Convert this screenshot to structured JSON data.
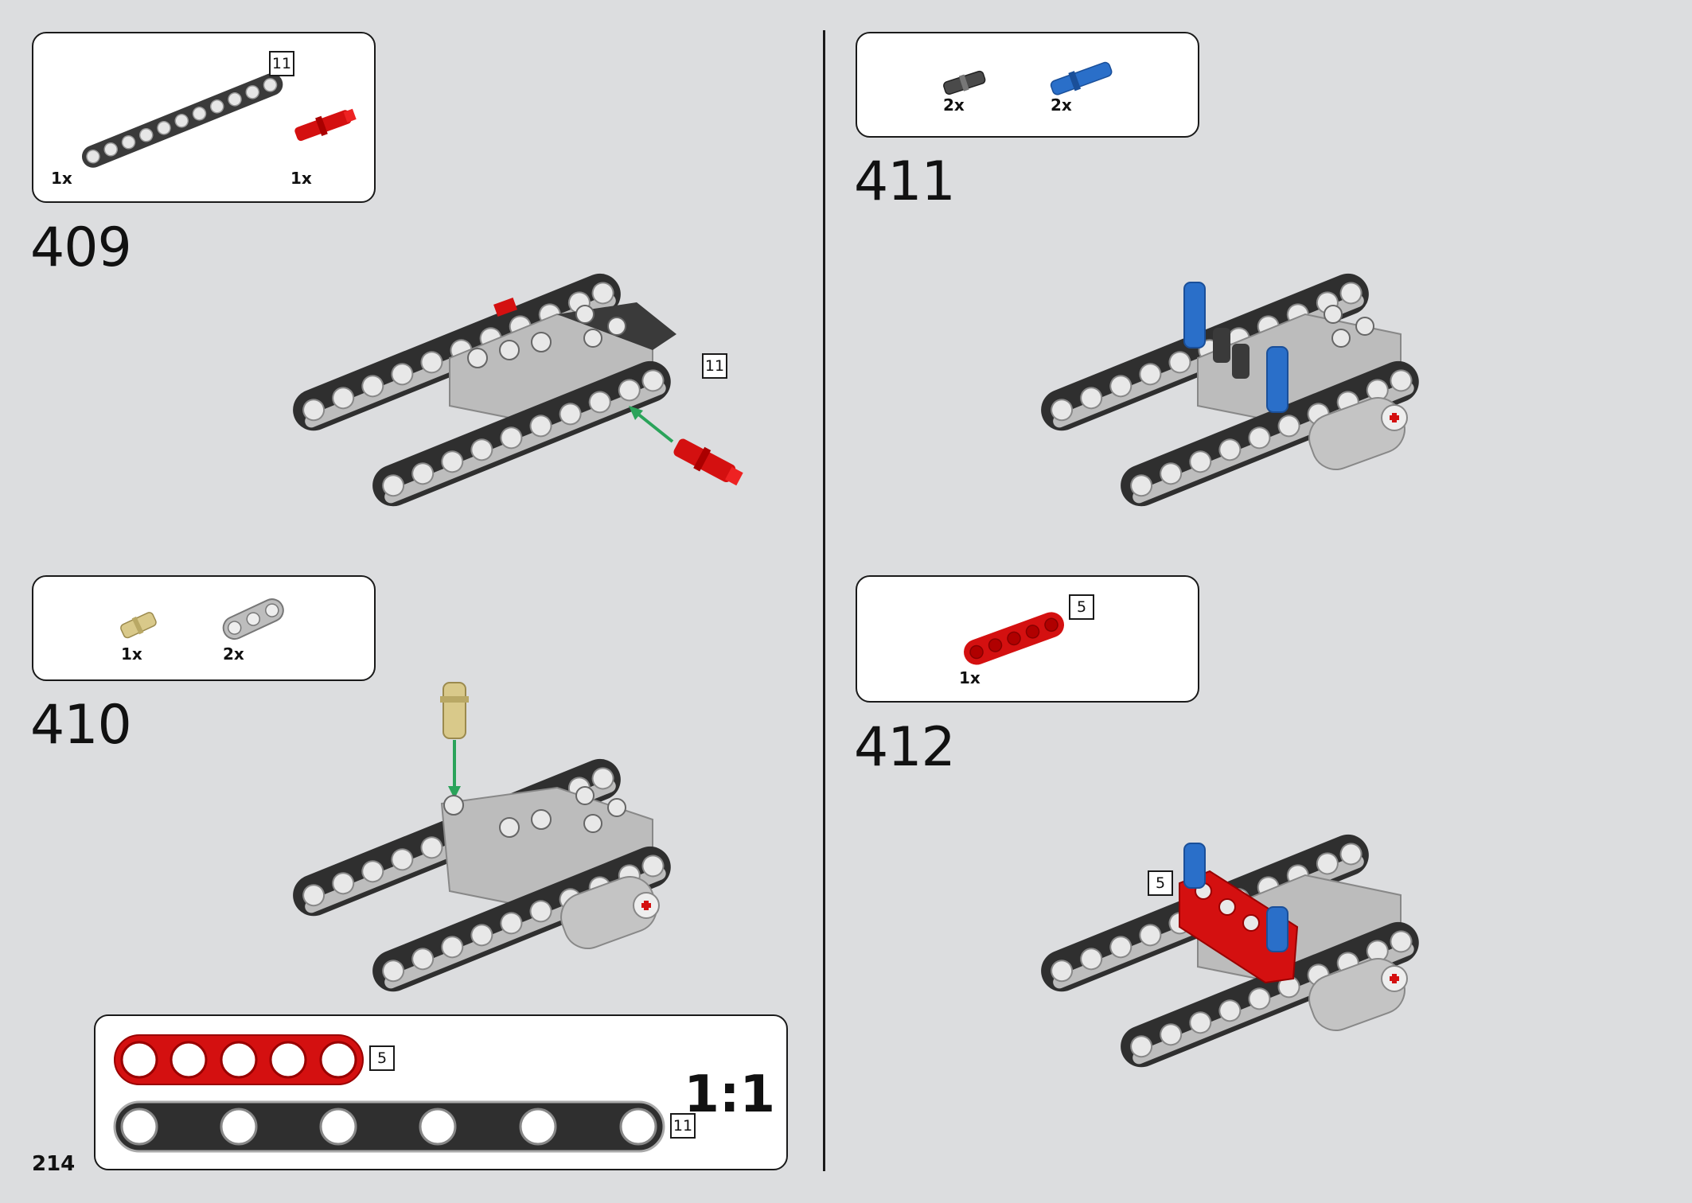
{
  "page_number": "214",
  "steps": [
    {
      "number": "409",
      "parts": [
        {
          "name": "dark gray beam",
          "qty": "1x",
          "length_badge": "11"
        },
        {
          "name": "red axle pin",
          "qty": "1x"
        }
      ],
      "callouts": [
        "11"
      ]
    },
    {
      "number": "410",
      "parts": [
        {
          "name": "tan connector",
          "qty": "1x"
        },
        {
          "name": "light gray connector",
          "qty": "2x"
        }
      ]
    },
    {
      "number": "411",
      "parts": [
        {
          "name": "dark pin",
          "qty": "2x"
        },
        {
          "name": "blue pin",
          "qty": "2x"
        }
      ]
    },
    {
      "number": "412",
      "parts": [
        {
          "name": "red beam",
          "qty": "1x",
          "length_badge": "5"
        }
      ],
      "callouts": [
        "5"
      ]
    }
  ],
  "scale_guide": {
    "label": "1:1",
    "red_beam_length": "5",
    "gray_beam_length": "11"
  },
  "colors": {
    "background": "#dcdddf",
    "beam_dark": "#3a3a3a",
    "beam_light": "#c9c9c9",
    "red": "#d41010",
    "blue": "#2a6fc9",
    "tan": "#d9c98a",
    "arrow": "#2aa35a"
  }
}
